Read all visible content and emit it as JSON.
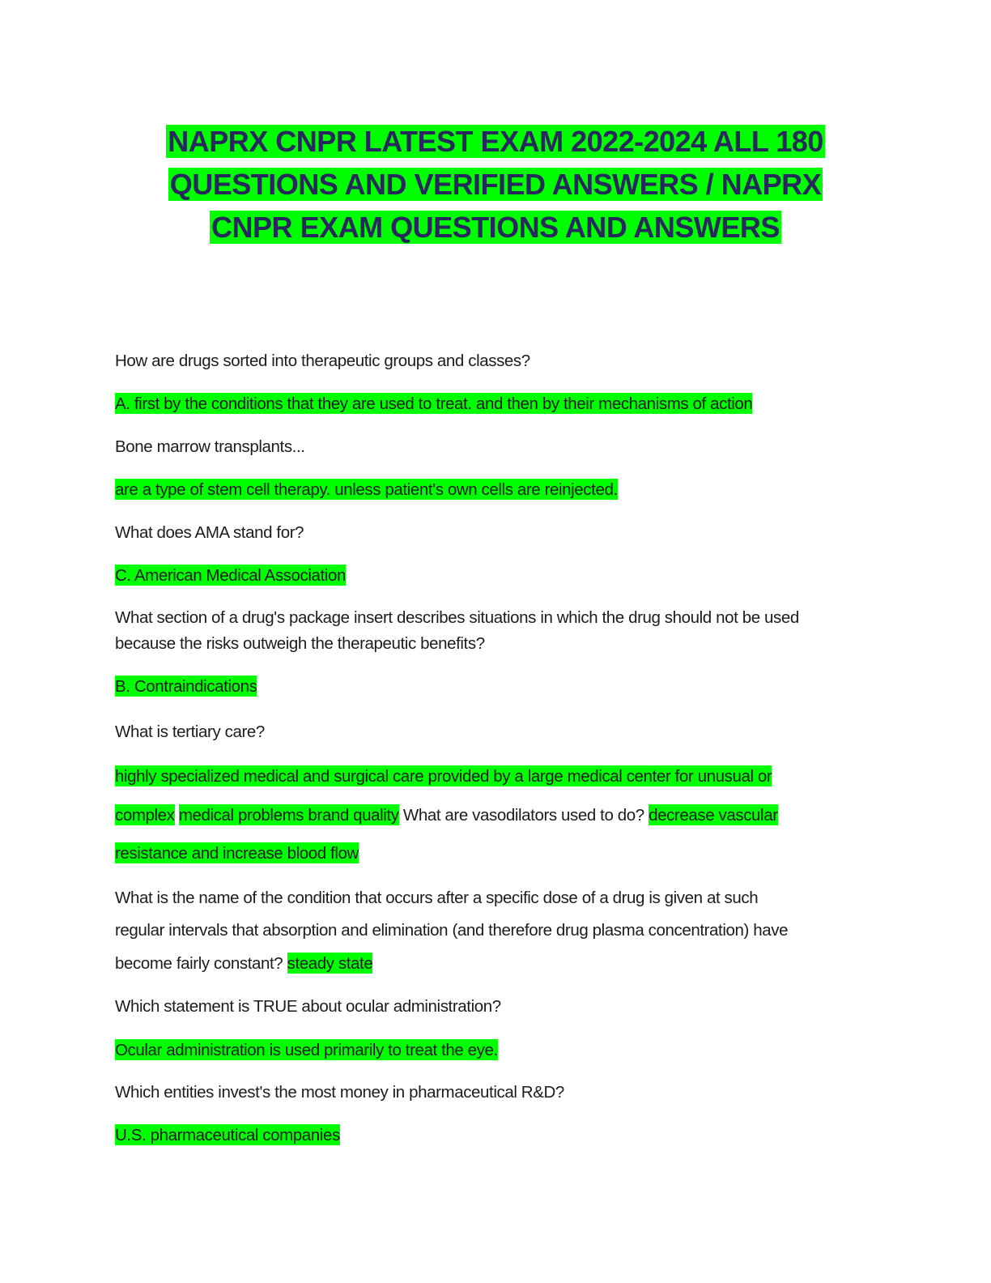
{
  "document": {
    "title_lines": [
      "NAPRX CNPR LATEST EXAM 2022-2024 ALL 180",
      "QUESTIONS AND VERIFIED ANSWERS / NAPRX",
      "CNPR EXAM QUESTIONS AND ANSWERS"
    ],
    "highlight_color": "#00ff00",
    "title_color": "#27285c",
    "items": [
      {
        "question": "How are drugs sorted into therapeutic groups and classes?",
        "answer": "A. first by the conditions that they are used to treat. and then by their mechanisms of action"
      },
      {
        "question": "Bone marrow transplants...",
        "answer": "are a type of stem cell therapy. unless patient's own cells are reinjected."
      },
      {
        "question": "What does AMA stand for?",
        "answer": "C. American Medical Association"
      },
      {
        "question_lines": [
          "What section of a drug's package insert describes situations in which the drug should not be used",
          "because the risks outweigh the therapeutic benefits?"
        ],
        "answer": "B. Contraindications"
      },
      {
        "question": "What is tertiary care?",
        "answer_line1": "highly specialized medical and surgical care provided by a large medical center for unusual or",
        "answer_line2a": "complex",
        "answer_line2b": "medical problems brand quality"
      },
      {
        "question": "What are vasodilators used to do?",
        "answer_part1": "decrease vascular",
        "answer_part2": "resistance and increase blood flow"
      },
      {
        "question_lines": [
          "What is the name of the condition that occurs after a specific dose of a drug is given at such",
          "regular intervals that absorption and elimination (and therefore drug plasma concentration) have",
          "become fairly constant?"
        ],
        "answer": "steady state"
      },
      {
        "question": "Which statement is TRUE about ocular administration?",
        "answer": "Ocular administration is used primarily to treat the eye."
      },
      {
        "question": "Which entities invest's the most money in pharmaceutical R&D?",
        "answer": "U.S. pharmaceutical companies"
      }
    ]
  }
}
